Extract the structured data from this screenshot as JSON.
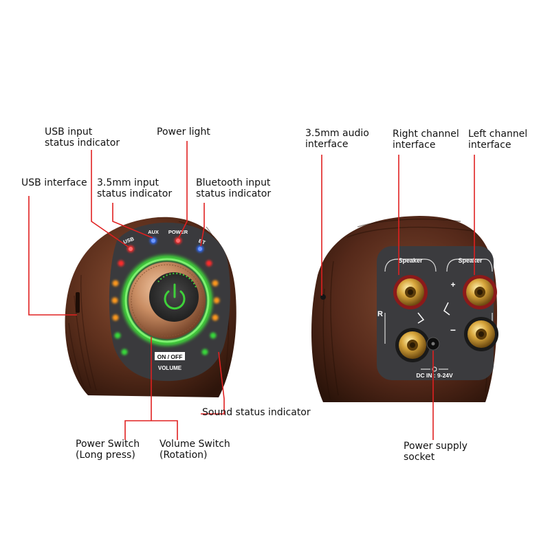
{
  "callouts": {
    "usb_status": {
      "line1": "USB input",
      "line2": "status indicator"
    },
    "power_light": "Power light",
    "usb_interface": "USB interface",
    "aux_status": {
      "line1": "3.5mm input",
      "line2": "status indicator"
    },
    "bt_status": {
      "line1": "Bluetooth input",
      "line2": "status indicator"
    },
    "sound_status": "Sound status indicator",
    "power_switch": {
      "line1": "Power Switch",
      "line2": "(Long press)"
    },
    "volume_switch": {
      "line1": "Volume Switch",
      "line2": "(Rotation)"
    },
    "audio_35": {
      "line1": "3.5mm audio",
      "line2": "interface"
    },
    "right_channel": {
      "line1": "Right channel",
      "line2": "interface"
    },
    "left_channel": {
      "line1": "Left channel",
      "line2": "interface"
    },
    "power_socket": {
      "line1": "Power supply",
      "line2": "socket"
    }
  },
  "front_panel": {
    "usb": "USB",
    "aux": "AUX",
    "power": "POWER",
    "bt": "BT",
    "on_off": "ON / OFF",
    "volume": "VOLUME"
  },
  "back_panel": {
    "speaker_right": "Speaker",
    "speaker_left": "Speaker",
    "r": "R",
    "plus": "+",
    "minus": "−",
    "dc_in": "DC IN : 9-24V"
  },
  "colors": {
    "callout_line": "#e02020",
    "wood": "#5a2e1c",
    "panel": "#3b3b3e",
    "green_ring": "#3fd13a",
    "led_red": "#ff2b2b",
    "led_orange": "#ff9a1a",
    "led_green": "#39d93a",
    "led_blue": "#2d6bff",
    "brass": "#c99a3a"
  }
}
